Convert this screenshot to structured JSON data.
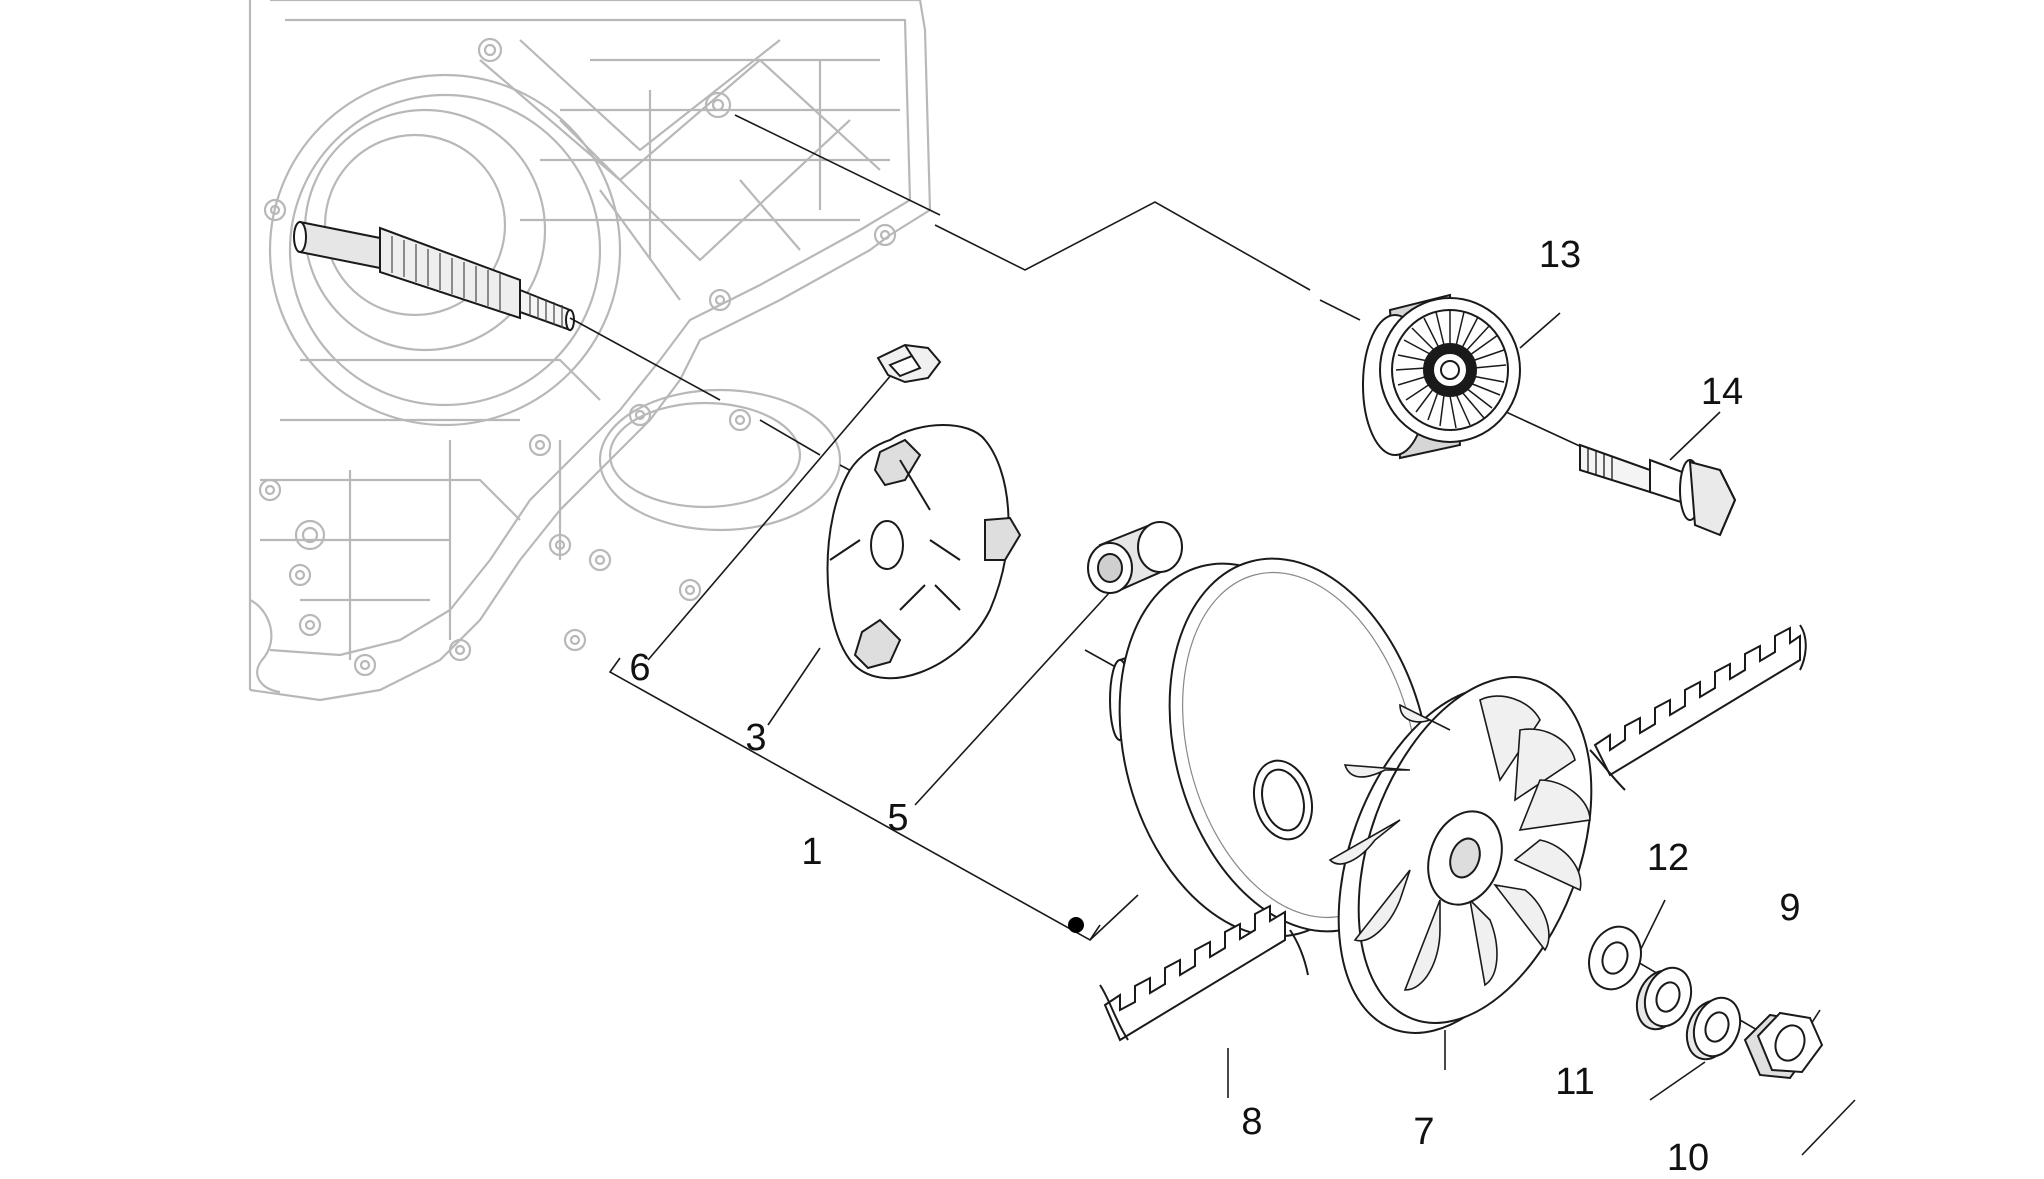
{
  "colors": {
    "background": "#ffffff",
    "housing_line": "#b8b8b8",
    "part_line": "#1a1a1a",
    "leader_line": "#1a1a1a",
    "shading": "#d9d9d9"
  },
  "callouts": {
    "c1": "1",
    "c3": "3",
    "c5": "5",
    "c6": "6",
    "c7": "7",
    "c8": "8",
    "c9": "9",
    "c10": "10",
    "c11": "11",
    "c12": "12",
    "c13": "13",
    "c14": "14"
  },
  "icons": {
    "housing": "crankcase-housing-icon",
    "shaft": "splined-shaft-icon",
    "idler": "idler-pulley-icon",
    "bolt": "flange-bolt-icon",
    "pulley": "drive-pulley-icon",
    "fan": "fan-pulley-icon",
    "belt": "toothed-belt-icon"
  }
}
